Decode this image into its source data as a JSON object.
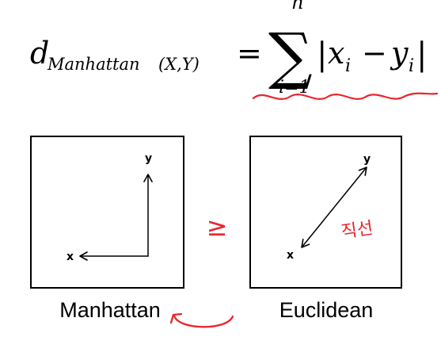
{
  "formula": {
    "d": "d",
    "subscript": "Manhattan",
    "subscript_args": "(X,Y)",
    "equals": "=",
    "sum_symbol": "∑",
    "upper_limit": "n",
    "lower_limit": "i=1",
    "bar_open": "|",
    "x": "x",
    "x_sub": "i",
    "minus": "−",
    "y": "y",
    "y_sub": "i",
    "bar_close": "|"
  },
  "diagrams": {
    "manhattan": {
      "x_label": "x",
      "y_label": "y",
      "caption": "Manhattan"
    },
    "euclidean": {
      "x_label": "x",
      "y_label": "y",
      "caption": "Euclidean"
    }
  },
  "annotations": {
    "comparison": "≥",
    "korean_note": "직선"
  },
  "colors": {
    "ink": "#000000",
    "annotation": "#e8262d"
  }
}
